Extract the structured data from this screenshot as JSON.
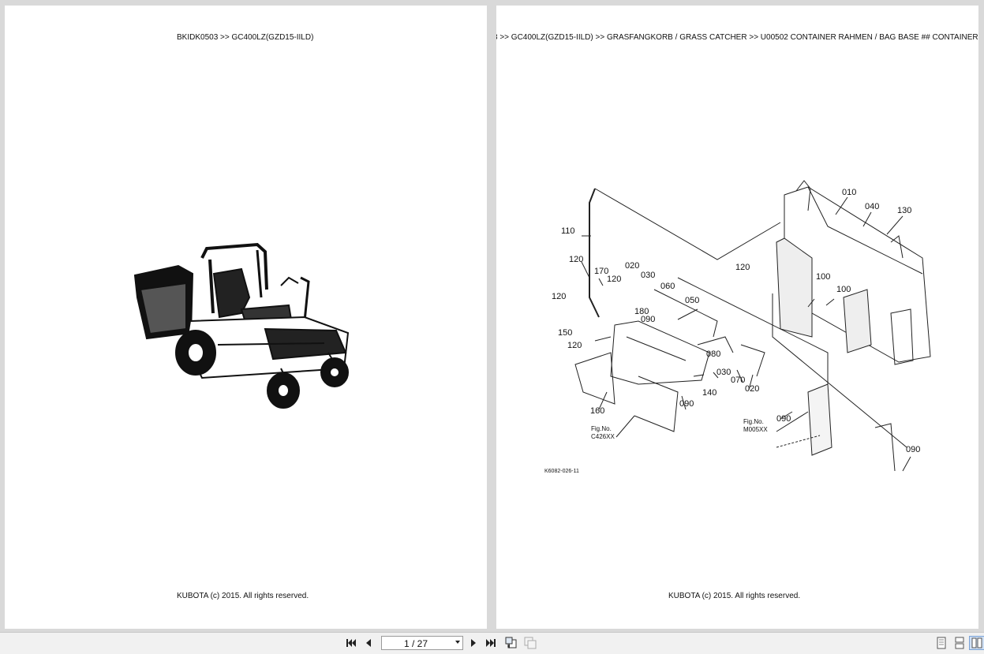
{
  "left_page": {
    "header": "BKIDK0503 >> GC400LZ(GZD15-IILD)",
    "footer": "KUBOTA (c) 2015. All rights reserved."
  },
  "right_page": {
    "header": "3 >> GC400LZ(GZD15-IILD) >> GRASFANGKORB / GRASS CATCHER >> U00502   CONTAINER RAHMEN / BAG BASE ## CONTAINER",
    "footer": "KUBOTA (c) 2015. All rights reserved.",
    "diagram": {
      "callouts": [
        "010",
        "040",
        "130",
        "110",
        "120",
        "120",
        "170",
        "020",
        "030",
        "120",
        "060",
        "050",
        "100",
        "100",
        "120",
        "180",
        "090",
        "150",
        "120",
        "080",
        "030",
        "070",
        "020",
        "140",
        "090",
        "160",
        "090",
        "090"
      ],
      "fig_ref_1": [
        "Fig.No.",
        "C426XX"
      ],
      "fig_ref_2": [
        "Fig.No.",
        "M005XX"
      ],
      "drawing_code": "K6082-026-11"
    }
  },
  "toolbar": {
    "page_indicator": "1 / 27"
  }
}
